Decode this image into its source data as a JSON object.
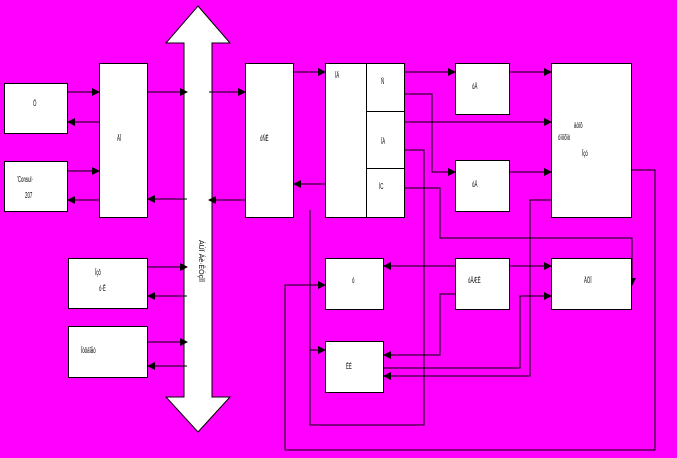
{
  "colors": {
    "background": "#ff00ff",
    "box_fill": "#ffffff",
    "line": "#000000"
  },
  "labels": {
    "box_top_left": "Ö",
    "box_console_line1": "'Consul·",
    "box_console_line2": "207",
    "box_left_ctrl": "ÃÎ",
    "box_mem_line1": "Ïçô",
    "box_mem_line2": "ó·Ê",
    "box_small": "Ïòôáîåò",
    "bus_label": "ÁÚÏ Áè·ÊÓçÏÏ",
    "box_mid": "óÑÊ",
    "box_group_head": "ÏÄ",
    "cell_1": "Ñ",
    "cell_2": "ÏÀ",
    "cell_3": "ÍC",
    "box_r1": "óÃ",
    "box_r2": "óÃ",
    "box_big_line1": "äòïô",
    "box_big_line2": "òïìïôïò",
    "box_big_line3": "Ïçó",
    "box_m1": "ó",
    "box_m2": "óÂÆÊ",
    "box_m3": "ÃÕÏ",
    "box_m4": "ÊÈ"
  }
}
